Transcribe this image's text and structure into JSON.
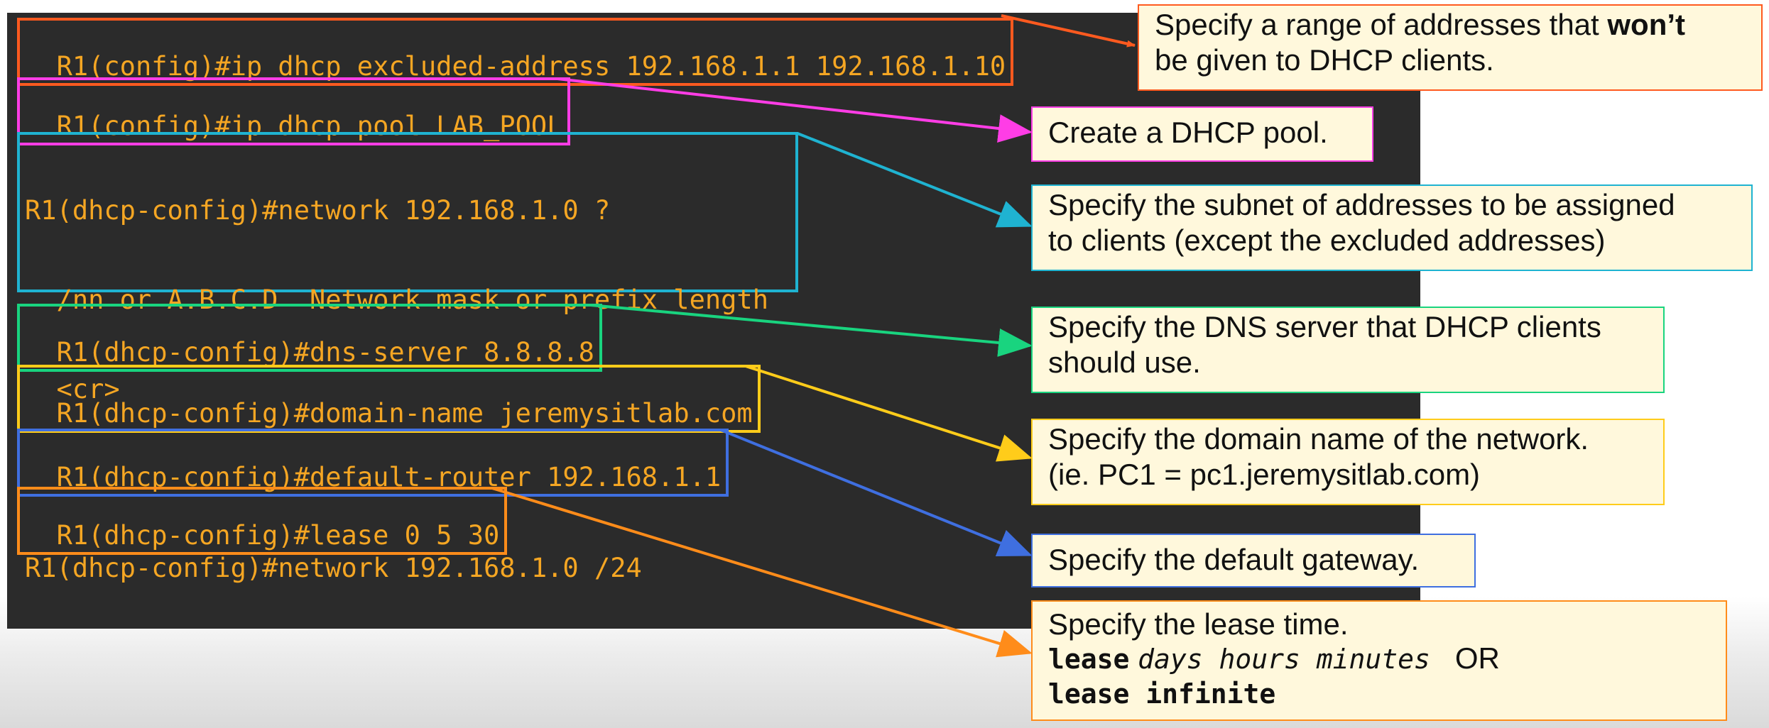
{
  "commands": [
    {
      "id": "excluded",
      "color": "#ff5a1f",
      "lines": [
        "R1(config)#ip dhcp excluded-address 192.168.1.1 192.168.1.10"
      ]
    },
    {
      "id": "pool",
      "color": "#ff3de6",
      "lines": [
        "R1(config)#ip dhcp pool LAB_POOL"
      ]
    },
    {
      "id": "network",
      "color": "#1fb3d1",
      "lines": [
        "R1(dhcp-config)#network 192.168.1.0 ?",
        "  /nn or A.B.C.D  Network mask or prefix length",
        "  <cr>",
        "",
        "R1(dhcp-config)#network 192.168.1.0 /24"
      ]
    },
    {
      "id": "dns",
      "color": "#19d47f",
      "lines": [
        "R1(dhcp-config)#dns-server 8.8.8.8"
      ]
    },
    {
      "id": "domain",
      "color": "#ffcc1a",
      "lines": [
        "R1(dhcp-config)#domain-name jeremysitlab.com"
      ]
    },
    {
      "id": "router",
      "color": "#3f6fe0",
      "lines": [
        "R1(dhcp-config)#default-router 192.168.1.1"
      ]
    },
    {
      "id": "lease",
      "color": "#ff8c1a",
      "lines": [
        "R1(dhcp-config)#lease 0 5 30"
      ]
    }
  ],
  "callouts": {
    "excluded": {
      "line1_pre": "Specify a range of addresses that ",
      "line1_bold": "won’t",
      "line2": "be given to DHCP clients."
    },
    "pool": {
      "line1": "Create a DHCP pool."
    },
    "network": {
      "line1": "Specify the subnet of addresses to be assigned",
      "line2": "to clients (except the excluded addresses)"
    },
    "dns": {
      "line1": "Specify the DNS server that DHCP clients",
      "line2": "should use."
    },
    "domain": {
      "line1": "Specify the domain name of the network.",
      "line2": "(ie. PC1 = pc1.jeremysitlab.com)"
    },
    "router": {
      "line1": "Specify the default gateway."
    },
    "lease": {
      "line1": "Specify the lease time.",
      "syntax_keyword": "lease",
      "syntax_args": "days hours minutes",
      "or_text": "OR",
      "infinite_text": "lease infinite"
    }
  }
}
